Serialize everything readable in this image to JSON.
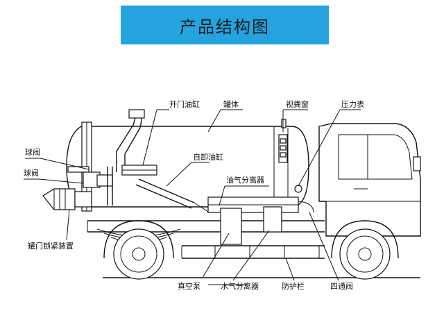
{
  "header": {
    "title": "产品结构图"
  },
  "labels": {
    "open_cylinder": "开门油缸",
    "tank_body": "罐体",
    "sight_window": "视粪窗",
    "pressure_gauge": "压力表",
    "ball_valve_1": "球阀",
    "ball_valve_2": "球阀",
    "dump_cylinder": "自卸油缸",
    "oil_gas_separator": "油气分离器",
    "door_lock_device": "罐门锁紧装置",
    "vacuum_pump": "真空泵",
    "water_gas_separator": "水气分离器",
    "guard_rail": "防护栏",
    "four_way_valve": "四通阀"
  }
}
